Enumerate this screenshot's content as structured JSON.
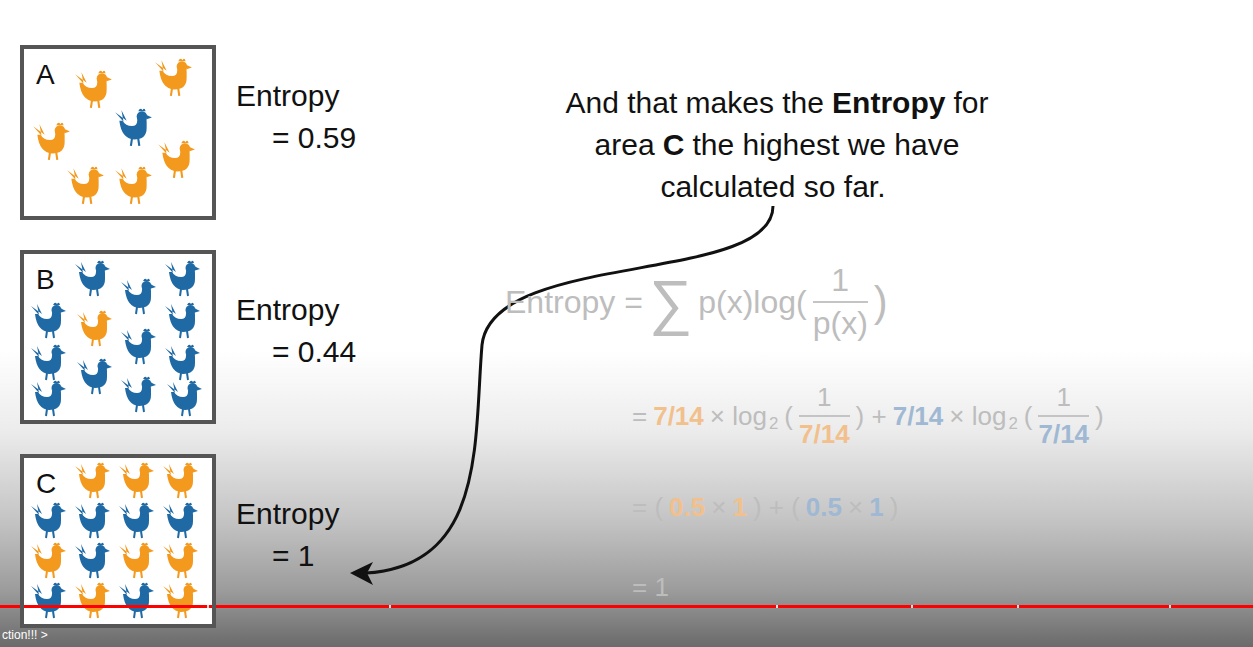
{
  "diagram": {
    "nodes": [
      {
        "text": [
          "A"
        ]
      },
      {
        "text": [
          "B"
        ]
      },
      {
        "text": [
          "C"
        ]
      }
    ],
    "labels": [
      "Entropy",
      "= 0.59",
      "Entropy",
      "= 0.44",
      "Entropy",
      "= 1",
      "And that makes the",
      "Entropy",
      "for area",
      "C",
      "the highest we have calculated so far.",
      "Entropy =",
      "∑",
      "p(x)log(",
      "1",
      "p(x)",
      ")",
      "=",
      "7/14",
      "× log",
      "2",
      "(",
      "1",
      "7/14",
      ") +",
      "7/14",
      "× log",
      "2",
      "(",
      "1",
      "7/14",
      ")",
      "= (",
      "0.5",
      "×",
      "1",
      ") + (",
      "0.5",
      "×",
      "1",
      ")",
      "= 1",
      "ction!!! >"
    ]
  }
}
